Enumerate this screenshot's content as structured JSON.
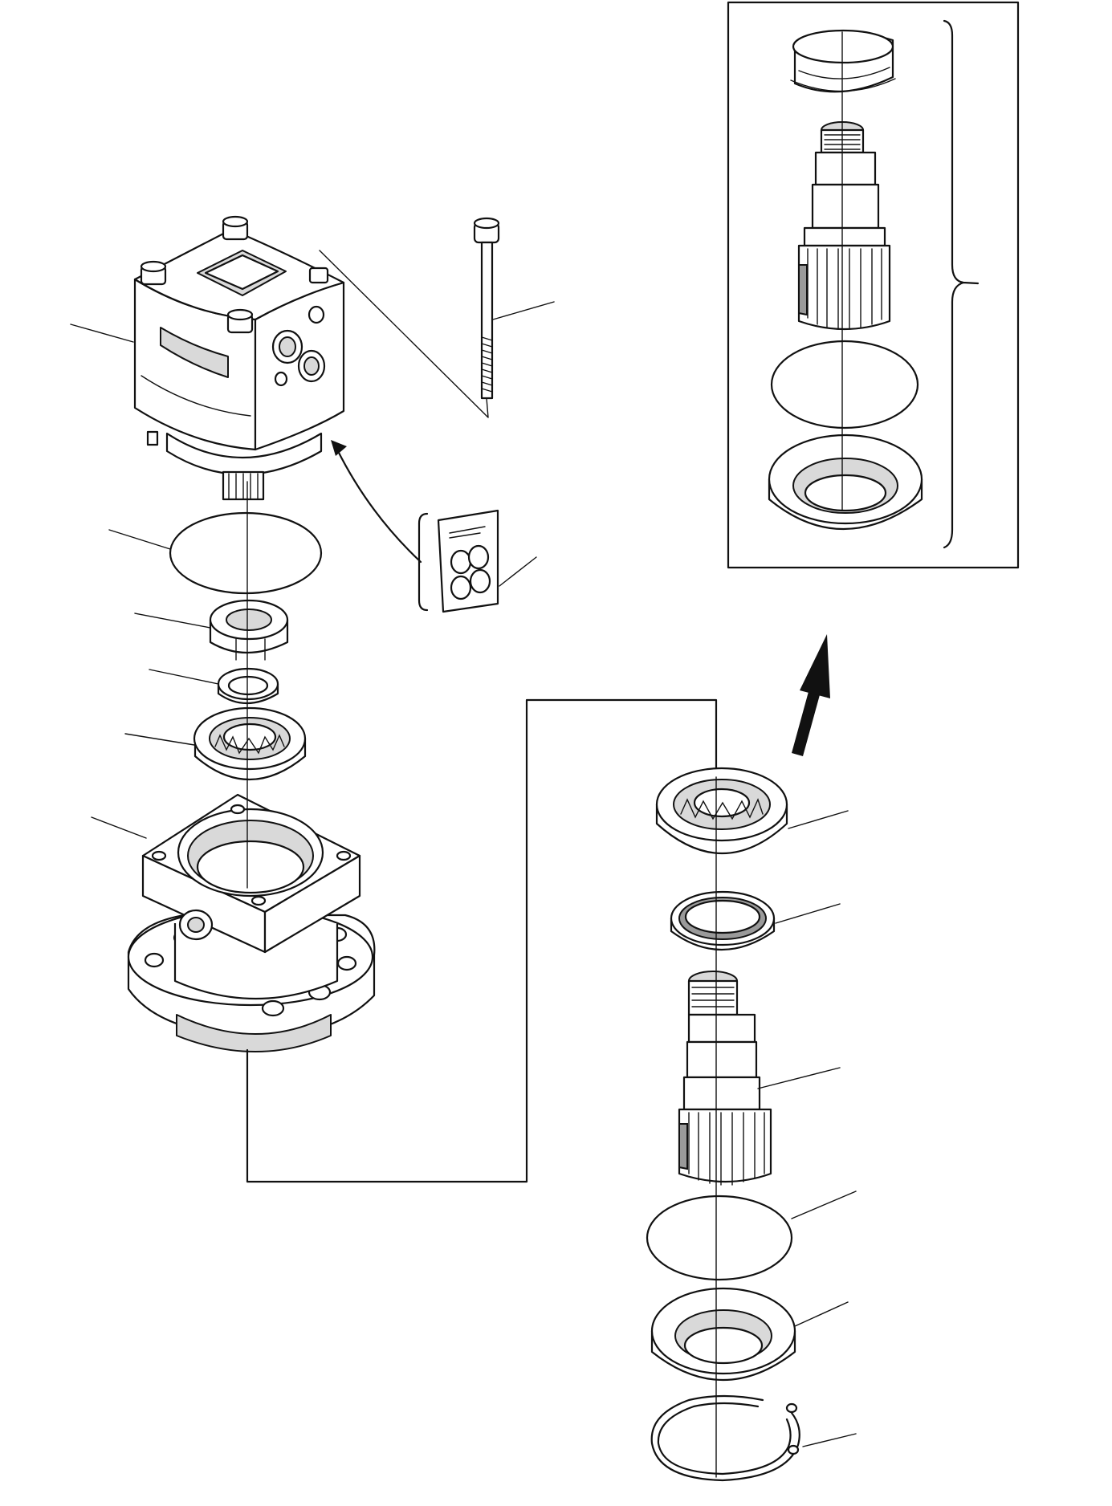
{
  "diagram": {
    "type": "exploded-parts-view",
    "colors": {
      "line": "#111111",
      "background": "#ffffff",
      "shade": "#d9d9d9"
    },
    "parts": [
      {
        "id": "hydraulic-motor"
      },
      {
        "id": "bolt"
      },
      {
        "id": "decal"
      },
      {
        "id": "o-ring-upper"
      },
      {
        "id": "lock-nut"
      },
      {
        "id": "spacer-ring"
      },
      {
        "id": "bearing-upper"
      },
      {
        "id": "gearbox-housing"
      },
      {
        "id": "bearing-lower"
      },
      {
        "id": "seal"
      },
      {
        "id": "pinion-shaft"
      },
      {
        "id": "o-ring-lower"
      },
      {
        "id": "retainer"
      },
      {
        "id": "snap-ring"
      }
    ]
  }
}
